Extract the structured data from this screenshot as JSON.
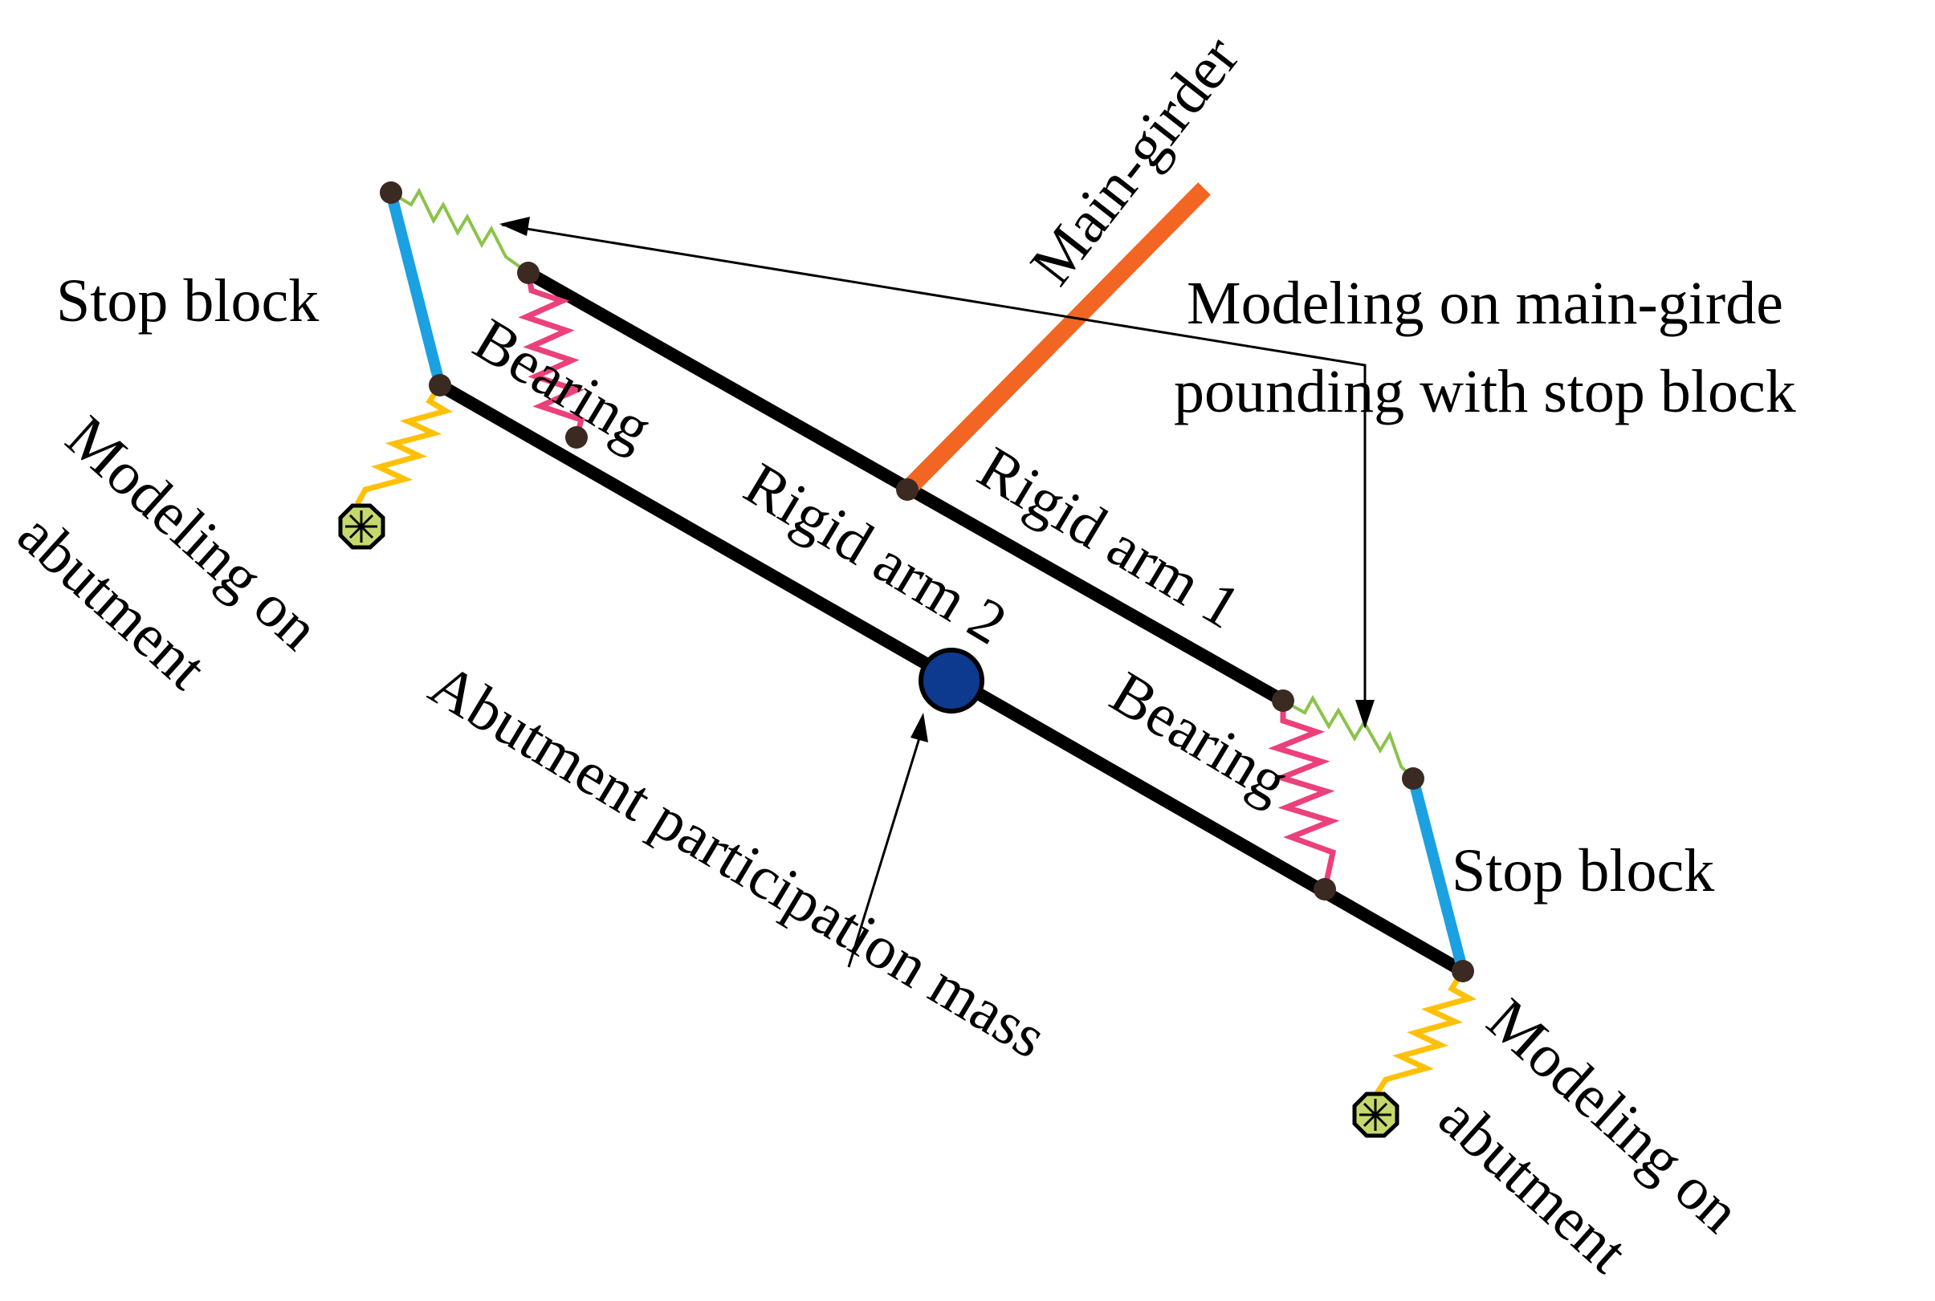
{
  "labels": {
    "main_girder": "Main-girder",
    "stop_block_left": "Stop block",
    "stop_block_right": "Stop block",
    "modeling_pounding_line1": "Modeling on main-girde",
    "modeling_pounding_line2": "pounding with stop block",
    "bearing_left": "Bearing",
    "bearing_right": "Bearing",
    "rigid_arm_1": "Rigid arm 1",
    "rigid_arm_2": "Rigid arm 2",
    "abutment_left_line1": "Modeling on",
    "abutment_left_line2": "abutment",
    "abutment_right_line1": "Modeling on",
    "abutment_right_line2": "abutment",
    "abutment_mass": "Abutment participation mass"
  },
  "colors": {
    "main_girder": "#f26522",
    "rigid_arm": "#000000",
    "stop_block": "#1ba1e2",
    "bearing_spring": "#ec407a",
    "pounding_spring": "#8bc34a",
    "abutment_spring": "#ffc107",
    "mass_node": "#0d3a8f",
    "node": "#3b2a22",
    "abutment_fixity": "#c5d86d"
  }
}
